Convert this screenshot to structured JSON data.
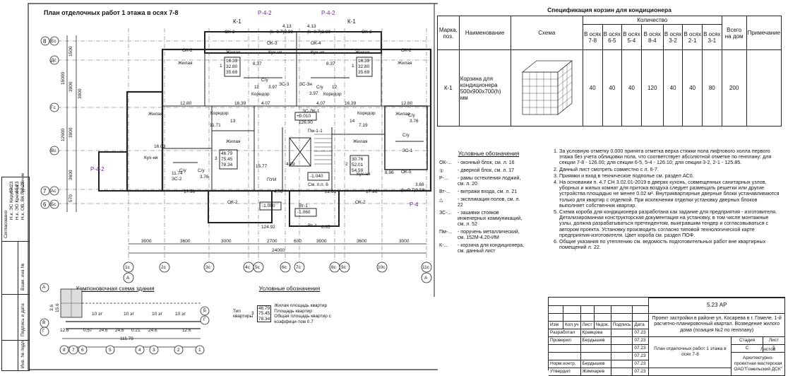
{
  "plan": {
    "title": "План отделочных работ 1 этажа в осях 7-8",
    "section_marks": [
      "Р-4-2",
      "Р-4-2",
      "К-1",
      "К-1",
      "Р-4-2",
      "Р-4"
    ],
    "axis_letters": [
      "Ес",
      "Дс",
      "Гс",
      "Вс",
      "Ас",
      "Бс"
    ],
    "axis_numbers_left": [
      "8",
      "7",
      "6"
    ],
    "axis_numbers_bottom": [
      "1с",
      "2с",
      "3с",
      "4с",
      "5с",
      "6с",
      "7с",
      "8с",
      "9с",
      "10с",
      "11с"
    ],
    "vertical_dims": [
      "1500",
      "3900",
      "3900",
      "12600",
      "3600",
      "3000",
      "570",
      "15000"
    ],
    "horizontal_dims_top": [
      "3000",
      "3600",
      "3000",
      "2700",
      "600",
      "3000",
      "3600",
      "3000"
    ],
    "overall_dim": "24000",
    "window_marks": [
      "ОК-2",
      "ОК-2",
      "ОК-3",
      "ОК-4",
      "ОК-2",
      "ОК-2",
      "ОК-5",
      "ОК-2",
      "ОК-2"
    ],
    "room_labels": {
      "zhilaya": "Жилая",
      "kukhnya": "Кух-ня",
      "koridor": "Коридор",
      "su": "С/у",
      "pui": "ПУИ",
      "vt1": "Вт-1",
      "pm11": "Пм-1-1",
      "zs_lk1": "ЗС-ЛК-1",
      "zs1": "ЗС-1",
      "zs2": "ЗС-2",
      "zs3": "ЗС-3",
      "zs3n": "ЗС-3н"
    },
    "areas": [
      "16.39",
      "4.13",
      "4.13",
      "16.39",
      "12.80",
      "11.71",
      "16.03",
      "12.80",
      "7.19",
      "11.74",
      "3.76",
      "3.76",
      "4.89",
      "15.77",
      "4.78",
      "17.96",
      "17.96",
      "22.61",
      "8.37",
      "8.37",
      "3.97",
      "3.97",
      "4.07",
      "4.07",
      "8.96",
      "3.68",
      "8.65",
      "124.92",
      "126.00"
    ],
    "apartment_boxes": [
      {
        "n": "1",
        "a": "16.39",
        "b": "32.80",
        "c": "35.69"
      },
      {
        "n": "1",
        "a": "16.39",
        "b": "32.80",
        "c": "35.69"
      },
      {
        "n": "3",
        "a": "46.79",
        "b": "75.45",
        "c": "78.34"
      },
      {
        "n": "2",
        "a": "30.76",
        "b": "52.01",
        "c": "54.59"
      }
    ],
    "coef_labels": [
      "(k=0.7)2.89",
      "(k=0.7)2.89",
      "(k=0.7)2.89",
      "(k=0.7)2.58"
    ],
    "levels": [
      "+0.010",
      "-1.040",
      "-1.080",
      "-1.060"
    ],
    "level_note": "См. п.п. 6",
    "door_marks": [
      "11",
      "12",
      "13",
      "14"
    ]
  },
  "spec": {
    "title": "Спецификация корзин для кондиционера",
    "headers": {
      "mark": "Марка, поз.",
      "name": "Наименование",
      "scheme": "Схема",
      "qty": "Количество",
      "total": "Всего на дом",
      "note": "Примечание"
    },
    "axes": [
      "В осях 7-8",
      "В осях 6-5",
      "В осях 5-4",
      "В осях 8-4",
      "В осях 3-2",
      "В осях 2-1",
      "В осях 3-1"
    ],
    "row": {
      "mark": "К-1",
      "name": "Корзина для кондиционера 500х900х700(h) мм",
      "values": [
        "40",
        "40",
        "40",
        "120",
        "40",
        "40",
        "80"
      ],
      "total": "200",
      "note": ""
    }
  },
  "legend1": {
    "title": "Условные обозначения",
    "items": [
      {
        "sym": "ОК-...",
        "txt": "- оконный блок, см. л. 16"
      },
      {
        "sym": "①",
        "txt": "- дверной блок, см. л. 17"
      },
      {
        "sym": "Р-...",
        "txt": "- рамы остекления лоджий, см. л. 20"
      },
      {
        "sym": "Вт-...",
        "txt": "- витражи входа, см. л. 21"
      },
      {
        "sym": "△",
        "txt": "- экспликация полов, см. л. 22"
      },
      {
        "sym": "ЗС-...",
        "txt": "- зашивки стояков инженерных коммуникаций, см. л. 52"
      },
      {
        "sym": "Пм-...",
        "txt": "- поручень металлический, см. 152М-4.20-ИМ"
      },
      {
        "sym": "К-...",
        "txt": "- корзина для кондиционера, см. данный лист"
      }
    ]
  },
  "notes": [
    "За условную отметку 0.000 принята отметка верха стяжки пола лифтового холла первого этажа без учета облицовки пола, что соответствует абсолютной отметке по генплану: для секции 7-8 - 126.00; для секции 6-5, 5-4 - 126.10; для секции 3-2, 2-1 - 125.85.",
    "Данный лист смотреть совместно с л. 6-7.",
    "Приямки и вход в техническое подполье см. раздел АС0.",
    "На основании п. 4.7 СН 3.02.01-2019 в дверях кухонь, совмещенных санитарных узлов, уборных и жилых комнат для притока воздуха следует размещать решетки или другие устройства площадью не менее 0.02 м². Внутриквартирные дверные блоки устанавливаются только для квартир с отделкой. При исключении отделки установку дверных блоков выполняет собственник квартир.",
    "Схема короба для кондиционера разработана как заданиe для предприятия - изготовителя. Детализированная конструкторская документация на установку, в том числе монтажные узлы, должна разрабатываться претендентом, выигравшим тендер и согласовываться с автором проекта. Установку производить согласно типовой технологической карте предприятия-изготовителя. Цвет короба см. раздел ПОФ.",
    "Общие указания по утеплению см. ведомость подготовительных работ вне квартирных помещений л. 22."
  ],
  "key_plan": {
    "title": "Компоновочная схема здания",
    "dims": [
      "12.6",
      "0.57",
      "24.6",
      "24.6",
      "0.21",
      "24.6",
      "12.6",
      "111.78"
    ],
    "side_dims": [
      "3.6",
      "15.6",
      "15.6"
    ],
    "bottom_axes": [
      "8",
      "7",
      "6",
      "5",
      "4",
      "3",
      "2",
      "1"
    ],
    "row_letters": [
      "А",
      "В",
      "Б",
      "Г"
    ],
    "joint_label": "10 эт"
  },
  "legend2": {
    "title": "Условные обозначения",
    "type_label": "Тип квартиры",
    "sample": {
      "n": "3",
      "a": "46.79",
      "b": "75.45",
      "c": "78.34"
    },
    "lines": [
      "Жилая площадь квартир",
      "Площадь квартир",
      "Общая площадь квартир с коэффици-том 0.7"
    ]
  },
  "stamp": {
    "code": "5.23 АР",
    "project": "Проект застройки в районе ул. Косарева в г. Гомеле. 1-й расчетно-планировочный квартал. Возведение жилого дома (позиция №2 по генплану)",
    "headers": [
      "Изм",
      "Кол.уч",
      "Лист",
      "№док.",
      "Подпись",
      "Дата"
    ],
    "people": [
      {
        "role": "Разработал",
        "name": "Кравцова",
        "date": "07.23"
      },
      {
        "role": "Проверил",
        "name": "Бердышев",
        "date": "07.23"
      },
      {
        "role": "",
        "name": "",
        "date": "07.23"
      },
      {
        "role": "",
        "name": "",
        "date": "07.23"
      },
      {
        "role": "Норм.контр.",
        "name": "Бердышев",
        "date": "07.23"
      },
      {
        "role": "Утвердил",
        "name": "Жимхарев",
        "date": "07.23"
      }
    ],
    "stage_headers": [
      "Стадия",
      "Лист",
      "Листов"
    ],
    "stage": "С",
    "sheet": "5",
    "sheets": "",
    "sheet_title": "План отделочных работ 1 этажа в осях 7-8",
    "org": "Архитектурно-проектная мастерская ОАО\"Гомельский ДСК\""
  },
  "side_stamp": {
    "labels": [
      "Согласовано",
      "Взам. инв №",
      "Подпись и дата",
      "Инв. № подл."
    ],
    "people": [
      "Н.к. ОВ, ВК Гурьянчик",
      "Н.к. ЭО Кремчук",
      "Н.к. ЭС Кирутис"
    ],
    "dates": [
      "07.23",
      "07.23",
      "07.23"
    ]
  }
}
